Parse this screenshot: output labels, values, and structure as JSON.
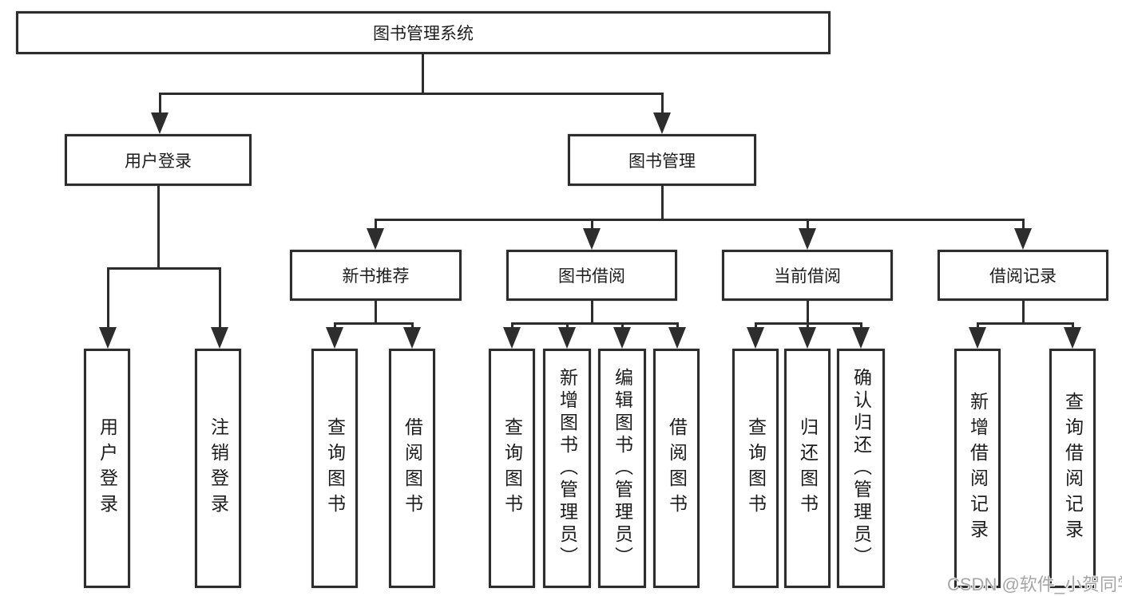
{
  "diagram": {
    "root": "图书管理系统",
    "user_login": {
      "label": "用户登录",
      "children": [
        "用户登录",
        "注销登录"
      ]
    },
    "book_management": {
      "label": "图书管理",
      "groups": [
        {
          "label": "新书推荐",
          "children": [
            "查询图书",
            "借阅图书"
          ]
        },
        {
          "label": "图书借阅",
          "children": [
            "查询图书",
            "新增图书（管理员）",
            "编辑图书（管理员）",
            "借阅图书"
          ]
        },
        {
          "label": "当前借阅",
          "children": [
            "查询图书",
            "归还图书",
            "确认归还（管理员）"
          ]
        },
        {
          "label": "借阅记录",
          "children": [
            "新增借阅记录",
            "查询借阅记录"
          ]
        }
      ]
    }
  },
  "watermark": "CSDN @软件_小贺同学",
  "colors": {
    "line": "#2d2d2d",
    "text": "#1c1c1c",
    "watermark": "#a6a6a6",
    "background": "#ffffff"
  }
}
